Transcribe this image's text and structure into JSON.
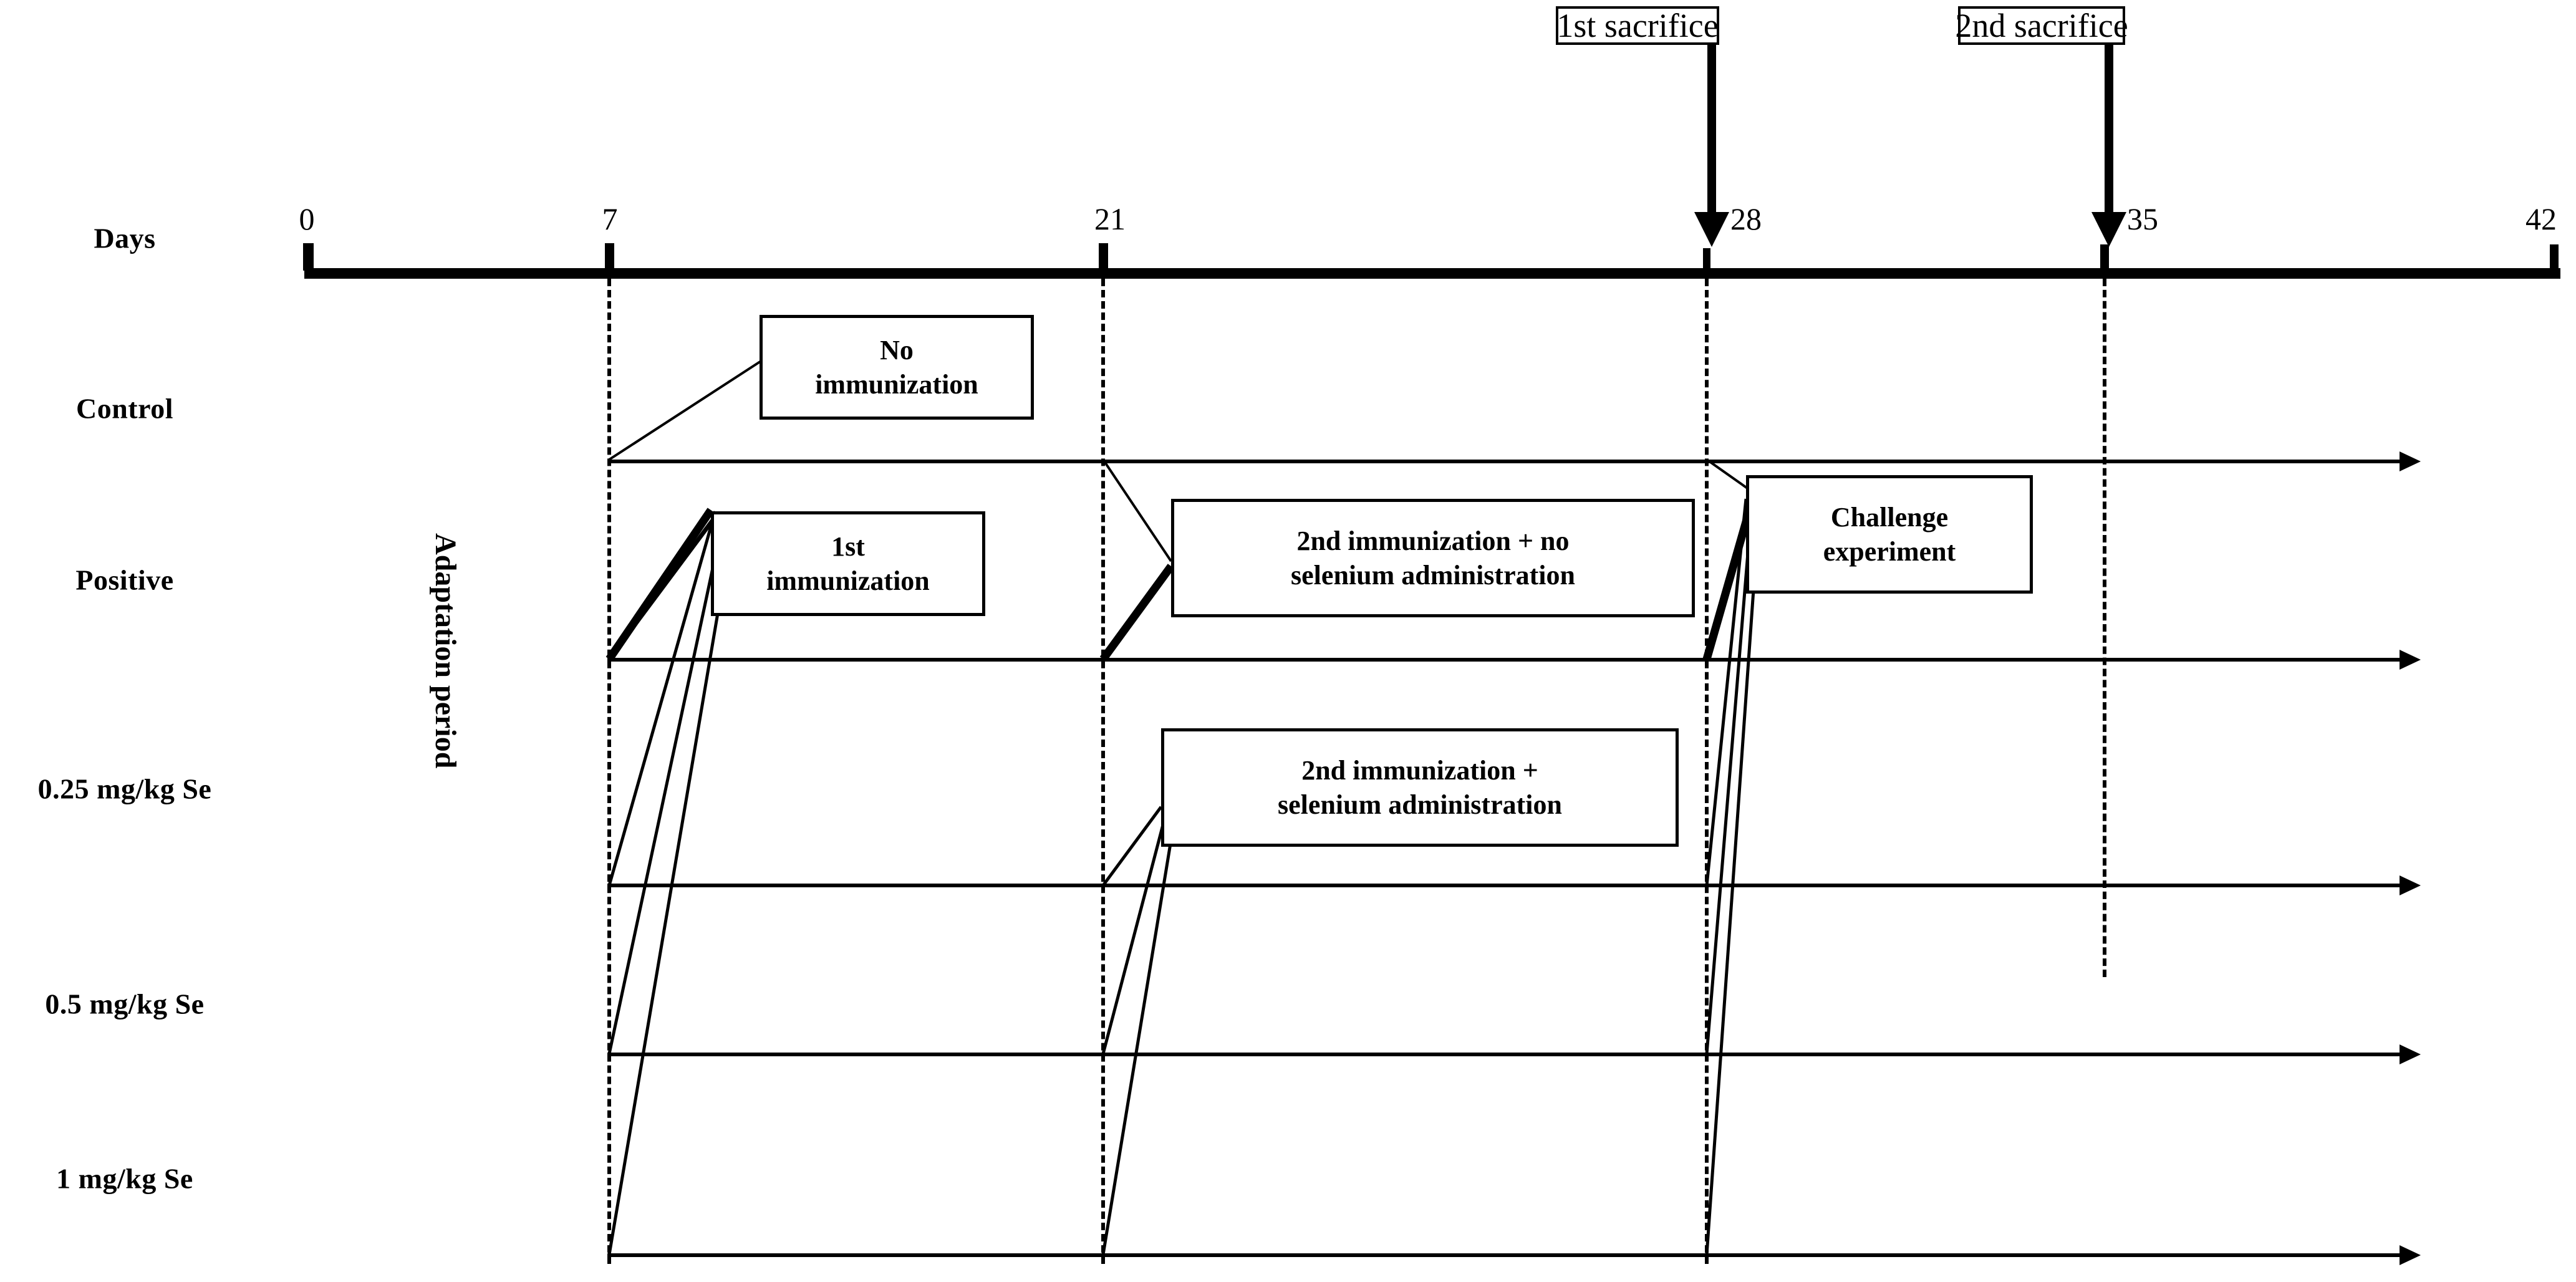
{
  "figure": {
    "type": "experimental-timeline",
    "axis_label": "Days",
    "axis_days": [
      0,
      7,
      21,
      28,
      35,
      42
    ],
    "axis_tick_labels": [
      "0",
      "7",
      "21",
      "28",
      "35",
      "42"
    ],
    "color_ink": "#000000",
    "color_background": "#ffffff"
  },
  "sacrifices": [
    {
      "label": "1st sacrifice",
      "day": 28
    },
    {
      "label": "2nd sacrifice",
      "day": 35
    }
  ],
  "adaptation": {
    "label": "Adaptation period",
    "from_day": 0,
    "to_day": 7
  },
  "groups": [
    {
      "name": "Control",
      "label": "Control"
    },
    {
      "name": "Positive",
      "label": "Positive"
    },
    {
      "name": "se-0-25",
      "label": "0.25 mg/kg Se"
    },
    {
      "name": "se-0-5",
      "label": "0.5 mg/kg Se"
    },
    {
      "name": "se-1",
      "label": "1 mg/kg Se"
    }
  ],
  "events": [
    {
      "id": "no-immunization",
      "line1": "No",
      "line2": "immunization",
      "day": 7,
      "applies_to": [
        "Control"
      ]
    },
    {
      "id": "first-immunization",
      "line1": "1st",
      "line2": "immunization",
      "day": 7,
      "applies_to": [
        "Positive",
        "0.25 mg/kg Se",
        "0.5 mg/kg Se",
        "1 mg/kg Se"
      ]
    },
    {
      "id": "second-immunization-no-se",
      "line1": "2nd immunization + no",
      "line2": "selenium administration",
      "day": 21,
      "applies_to": [
        "Positive"
      ]
    },
    {
      "id": "second-immunization-with-se",
      "line1": "2nd immunization +",
      "line2": "selenium administration",
      "day": 21,
      "applies_to": [
        "0.25 mg/kg Se",
        "0.5 mg/kg Se",
        "1 mg/kg Se"
      ]
    },
    {
      "id": "challenge-experiment",
      "line1": "Challenge",
      "line2": "experiment",
      "day": 28,
      "applies_to": [
        "Positive",
        "0.25 mg/kg Se",
        "0.5 mg/kg Se",
        "1 mg/kg Se"
      ]
    }
  ]
}
